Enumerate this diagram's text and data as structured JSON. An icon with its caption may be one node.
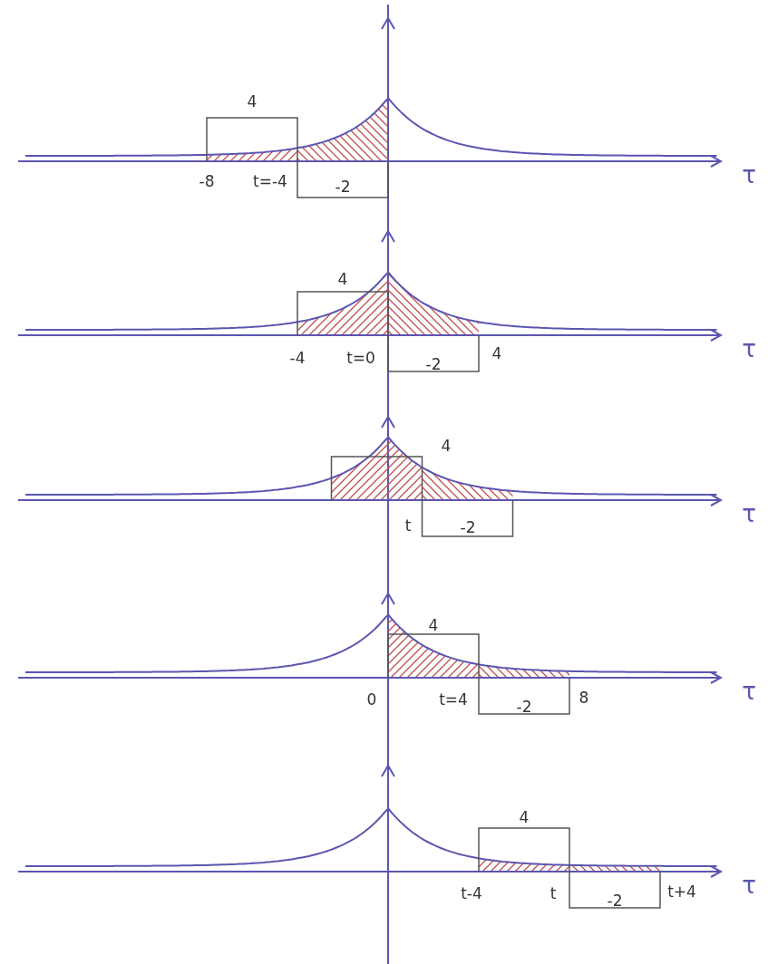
{
  "diagram": {
    "labels": [
      "4",
      "-8",
      "t=-4",
      "-2",
      "τ",
      "4",
      "-4",
      "t=0",
      "-2",
      "4",
      "τ",
      "4",
      "t",
      "-2",
      "τ",
      "4",
      "0",
      "t=4",
      "-2",
      "8",
      "τ",
      "4",
      "t-4",
      "t",
      "-2",
      "t+4",
      "τ"
    ]
  }
}
